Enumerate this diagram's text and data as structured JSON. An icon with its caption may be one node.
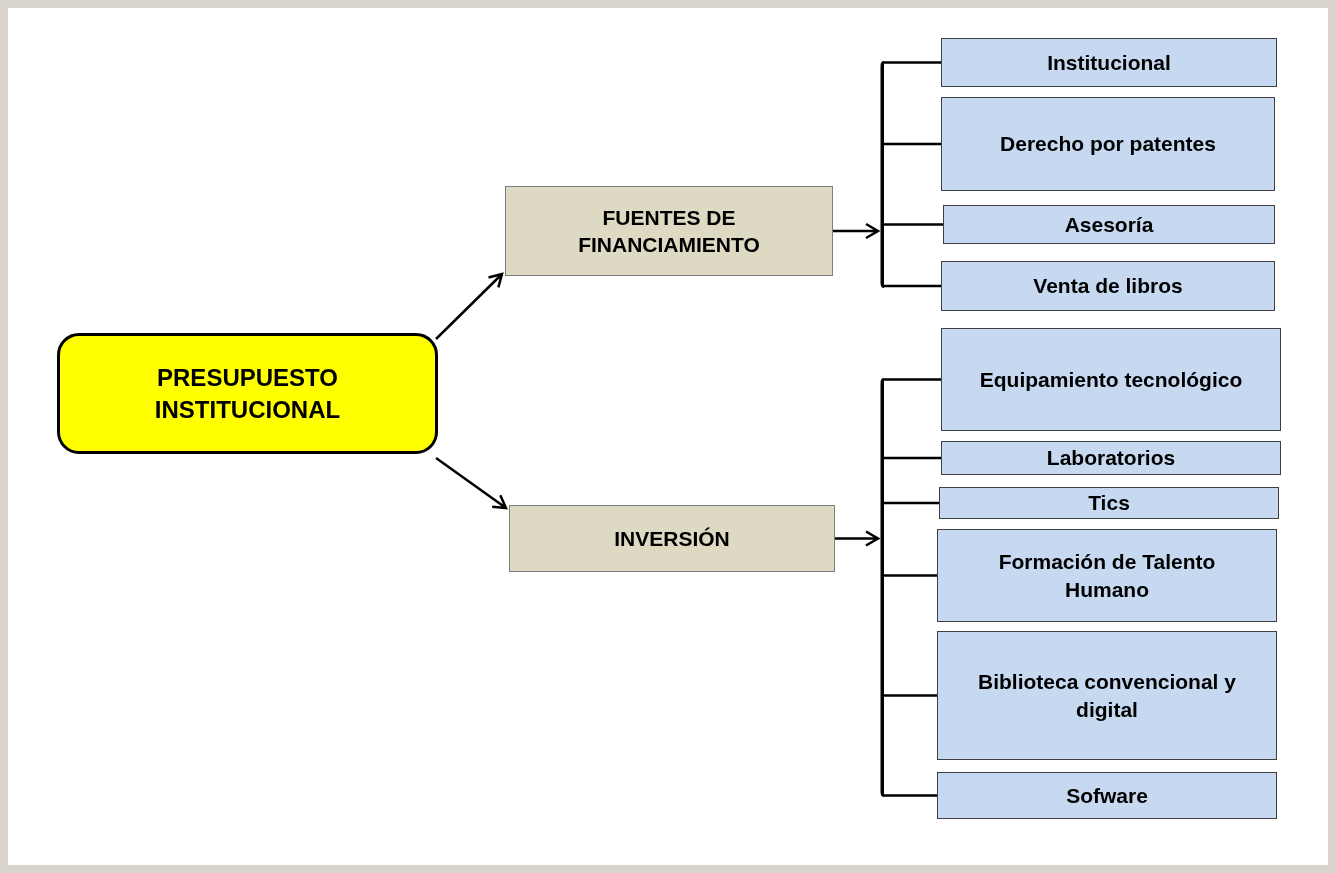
{
  "diagram": {
    "nodes": [
      {
        "text": [
          "PRESUPUESTO INSTITUCIONAL"
        ]
      },
      {
        "text": [
          "FUENTES DE FINANCIAMIENTO"
        ]
      },
      {
        "text": [
          "INVERSIÓN"
        ]
      },
      {
        "text": [
          "Institucional"
        ]
      },
      {
        "text": [
          "Derecho por patentes"
        ]
      },
      {
        "text": [
          "Asesoría"
        ]
      },
      {
        "text": [
          "Venta de libros"
        ]
      },
      {
        "text": [
          "Equipamiento tecnológico"
        ]
      },
      {
        "text": [
          "Laboratorios"
        ]
      },
      {
        "text": [
          "Tics"
        ]
      },
      {
        "text": [
          "Formación de Talento Humano"
        ]
      },
      {
        "text": [
          "Biblioteca convencional y digital"
        ]
      },
      {
        "text": [
          "Sofware"
        ]
      },
      {
        "text": [],
        "shape": "bar"
      },
      {
        "text": [],
        "shape": "bar"
      }
    ],
    "edges": [
      {
        "from": 0,
        "to": 1,
        "arrow": "to"
      },
      {
        "from": 0,
        "to": 2,
        "arrow": "to"
      },
      {
        "from": 1,
        "to": 13,
        "arrow": "to"
      },
      {
        "from": 13,
        "to": 3,
        "arrow": "none"
      },
      {
        "from": 13,
        "to": 4,
        "arrow": "none"
      },
      {
        "from": 13,
        "to": 5,
        "arrow": "none"
      },
      {
        "from": 13,
        "to": 6,
        "arrow": "none"
      },
      {
        "from": 2,
        "to": 14,
        "arrow": "to"
      },
      {
        "from": 14,
        "to": 7,
        "arrow": "none"
      },
      {
        "from": 14,
        "to": 8,
        "arrow": "none"
      },
      {
        "from": 14,
        "to": 9,
        "arrow": "none"
      },
      {
        "from": 14,
        "to": 10,
        "arrow": "none"
      },
      {
        "from": 14,
        "to": 11,
        "arrow": "none"
      },
      {
        "from": 14,
        "to": 12,
        "arrow": "none"
      }
    ]
  }
}
